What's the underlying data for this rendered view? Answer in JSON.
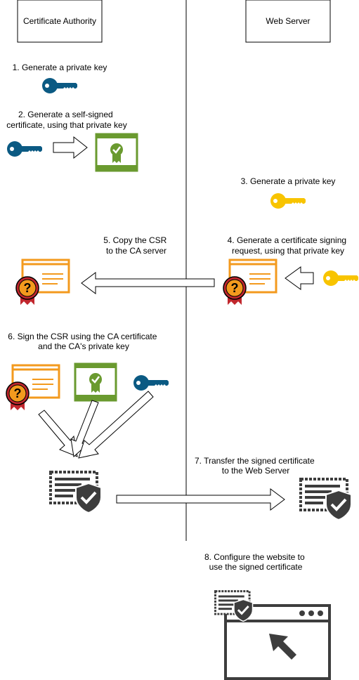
{
  "lanes": {
    "ca": {
      "title": "Certificate Authority"
    },
    "web": {
      "title": "Web Server"
    }
  },
  "steps": {
    "s1": {
      "lines": [
        "1. Generate a private key"
      ]
    },
    "s2": {
      "lines": [
        "2. Generate a self-signed",
        "certificate, using that private key"
      ]
    },
    "s3": {
      "lines": [
        "3. Generate a private key"
      ]
    },
    "s4": {
      "lines": [
        "4. Generate a certificate signing",
        "request, using that private key"
      ]
    },
    "s5": {
      "lines": [
        "5. Copy the CSR",
        "to the CA server"
      ]
    },
    "s6": {
      "lines": [
        "6. Sign the CSR using the CA certificate",
        "and the CA's private key"
      ]
    },
    "s7": {
      "lines": [
        "7. Transfer the signed certificate",
        "to the Web Server"
      ]
    },
    "s8": {
      "lines": [
        "8. Configure the website to",
        "use the signed certificate"
      ]
    }
  },
  "colors": {
    "ca_key": "#0b5a83",
    "web_key": "#f8c400",
    "self_signed_cert": "#6a9a2f",
    "csr": "#f39a1e",
    "csr_badge": "#c1272d",
    "signed_cert": "#3d3d3d",
    "line": "#000000"
  },
  "icons": {
    "ca_key": "key-icon",
    "web_key": "key-icon",
    "self_signed_cert": "certificate-icon",
    "csr": "certificate-request-icon",
    "signed_cert": "signed-certificate-icon",
    "website": "browser-window-icon"
  }
}
